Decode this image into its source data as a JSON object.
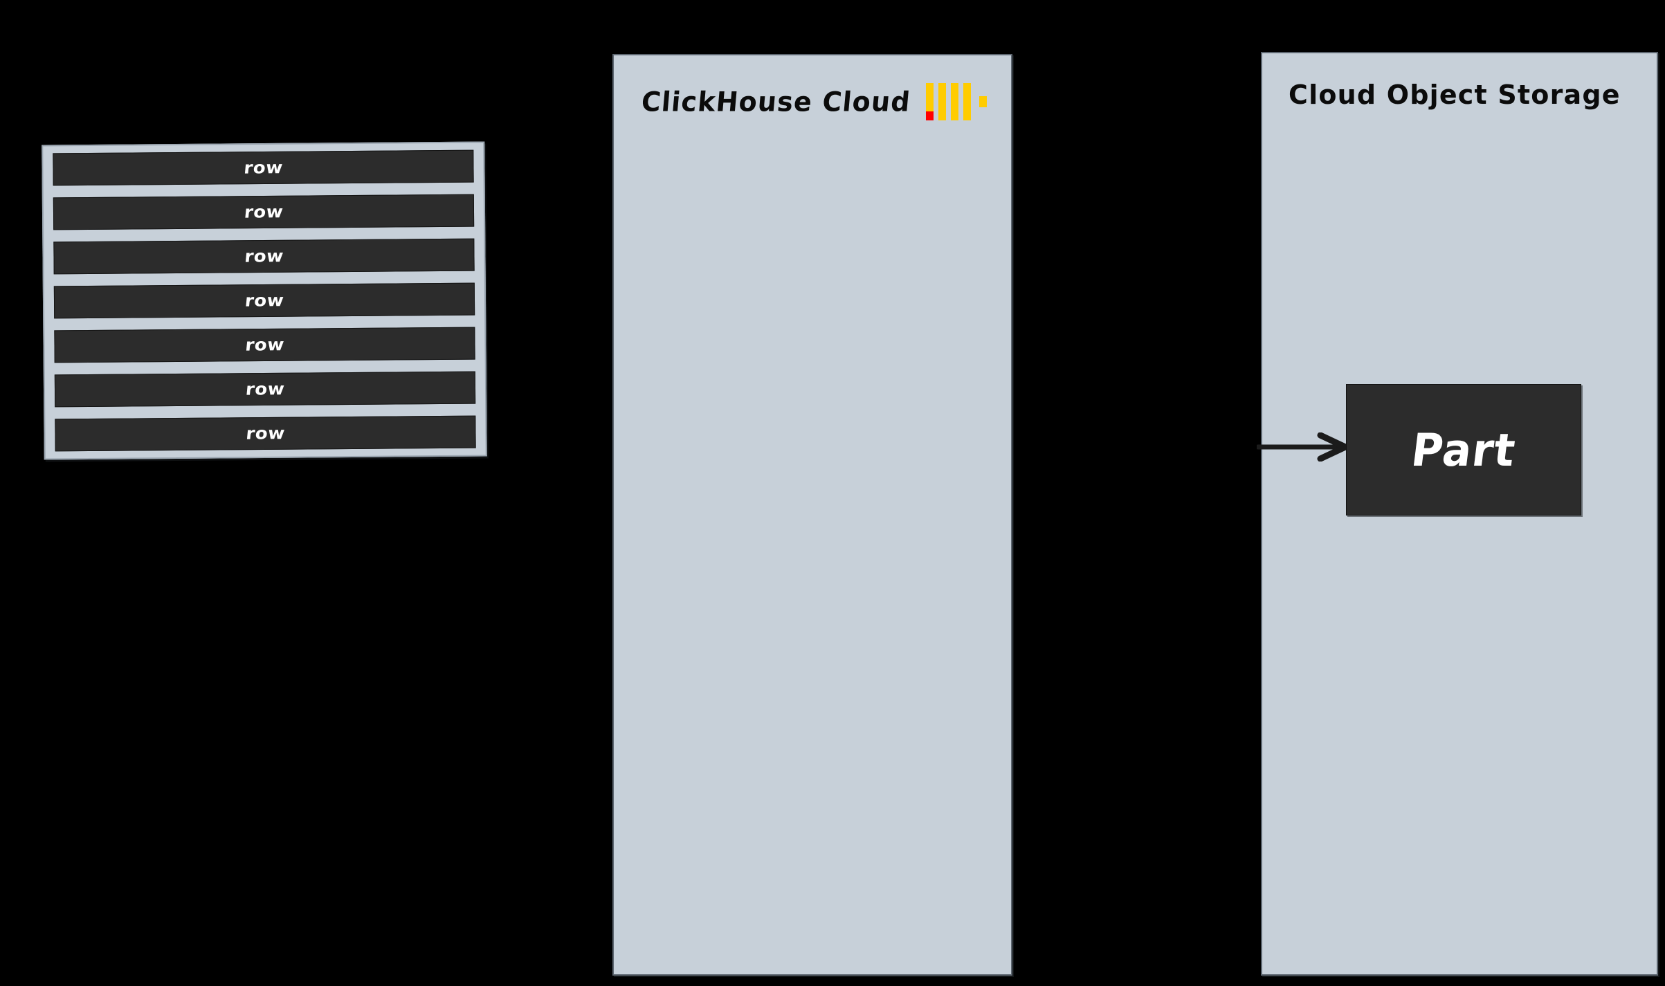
{
  "diagram": {
    "title": "ClickHouse Cloud insert path",
    "background_color": "#000000",
    "panel_fill": "#c7d0d9",
    "box_fill": "#2c2c2c",
    "accent_yellow": "#ffcc00",
    "accent_red": "#ff0000"
  },
  "rows_block": {
    "name": "incoming rows",
    "rows": [
      {
        "label": "row"
      },
      {
        "label": "row"
      },
      {
        "label": "row"
      },
      {
        "label": "row"
      },
      {
        "label": "row"
      },
      {
        "label": "row"
      },
      {
        "label": "row"
      }
    ]
  },
  "clickhouse_panel": {
    "title": "ClickHouse Cloud",
    "logo": {
      "name": "clickhouse-logo",
      "bars": 4,
      "bar_color": "#ffcc00",
      "foot_color": "#ff0000",
      "has_trailing_square": true
    }
  },
  "storage_panel": {
    "title": "Cloud Object Storage",
    "part": {
      "label": "Part"
    },
    "arrow": {
      "name": "insert-arrow",
      "direction": "right",
      "color": "#1b1b1b"
    }
  }
}
